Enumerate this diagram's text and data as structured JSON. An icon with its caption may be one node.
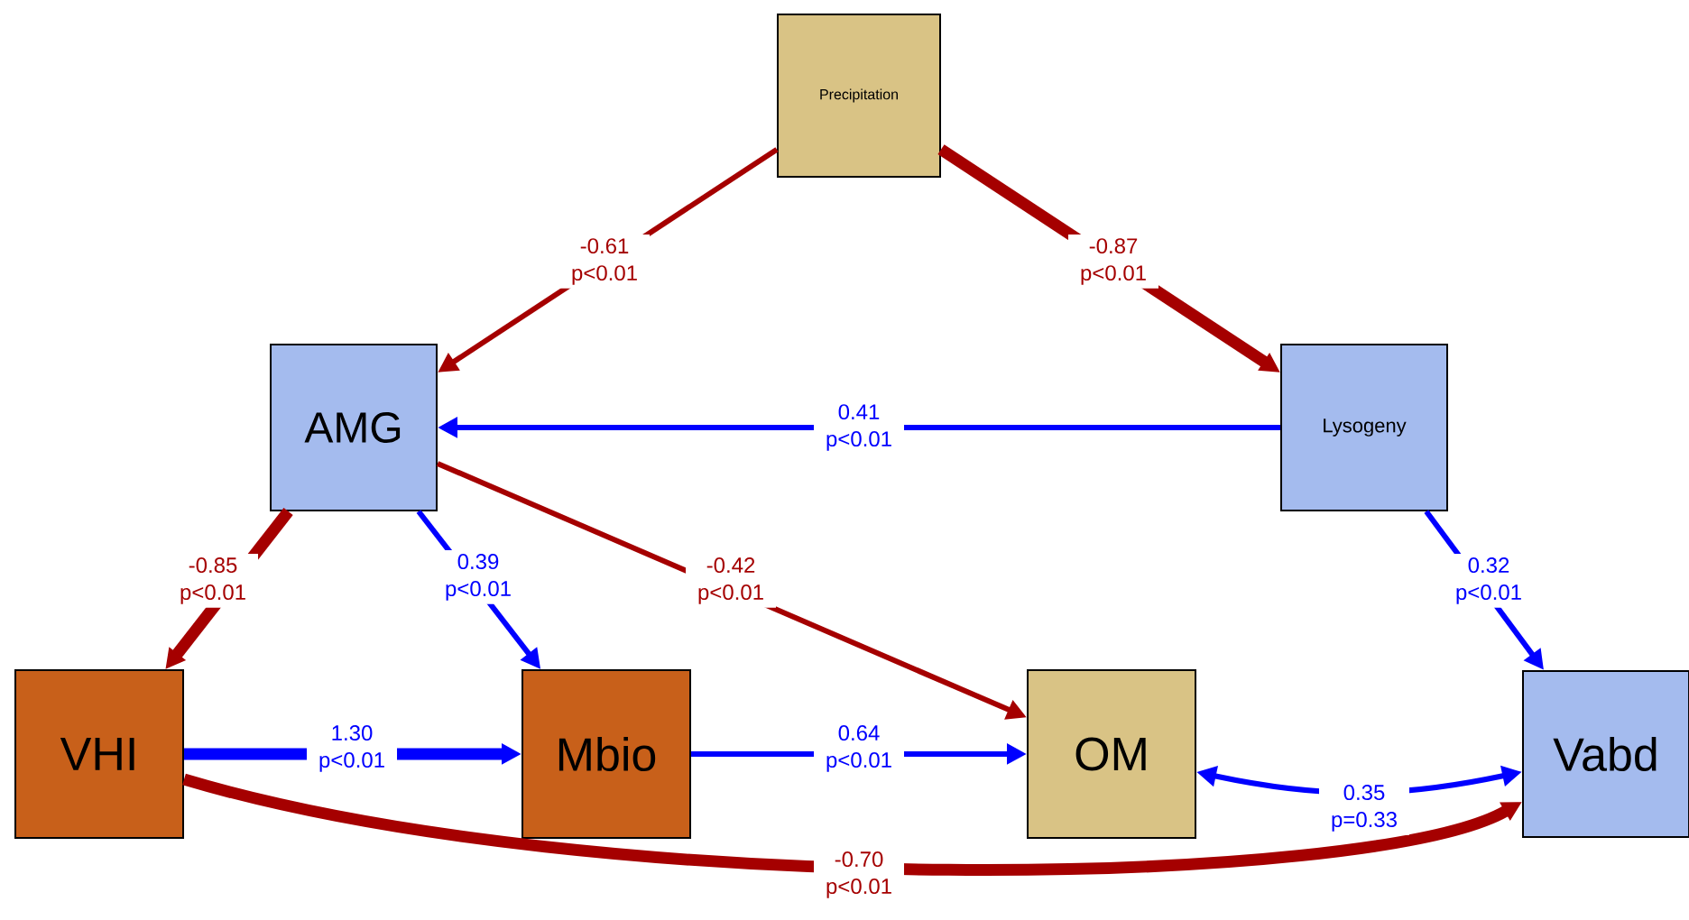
{
  "diagram": {
    "nodes": [
      {
        "text": [
          "Precipitation"
        ]
      },
      {
        "text": [
          "AMG"
        ]
      },
      {
        "text": [
          "Lysogeny"
        ]
      },
      {
        "text": [
          "VHI"
        ]
      },
      {
        "text": [
          "Mbio"
        ]
      },
      {
        "text": [
          "OM"
        ]
      },
      {
        "text": [
          "Vabd"
        ]
      }
    ],
    "edges": [
      {
        "from": 0,
        "to": 1,
        "arrow": "to",
        "label": "-0.61 p<0.01",
        "color": "#a50000"
      },
      {
        "from": 0,
        "to": 2,
        "arrow": "to",
        "label": "-0.87 p<0.01",
        "color": "#a50000",
        "style": "thick"
      },
      {
        "from": 2,
        "to": 1,
        "arrow": "to",
        "label": "0.41 p<0.01"
      },
      {
        "from": 1,
        "to": 3,
        "arrow": "to",
        "label": "-0.85 p<0.01",
        "color": "#a50000",
        "style": "thick"
      },
      {
        "from": 1,
        "to": 4,
        "arrow": "to",
        "label": "0.39 p<0.01"
      },
      {
        "from": 1,
        "to": 5,
        "arrow": "to",
        "label": "-0.42 p<0.01",
        "color": "#a50000"
      },
      {
        "from": 2,
        "to": 6,
        "arrow": "to",
        "label": "0.32 p<0.01"
      },
      {
        "from": 3,
        "to": 4,
        "arrow": "to",
        "label": "1.30 p<0.01",
        "style": "thick"
      },
      {
        "from": 4,
        "to": 5,
        "arrow": "to",
        "label": "0.64 p<0.01"
      },
      {
        "from": 5,
        "to": 6,
        "arrow": "both",
        "label": "0.35 p=0.33"
      },
      {
        "from": 3,
        "to": 6,
        "arrow": "to",
        "label": "-0.70 p<0.01",
        "color": "#a50000",
        "style": "thick"
      }
    ]
  }
}
